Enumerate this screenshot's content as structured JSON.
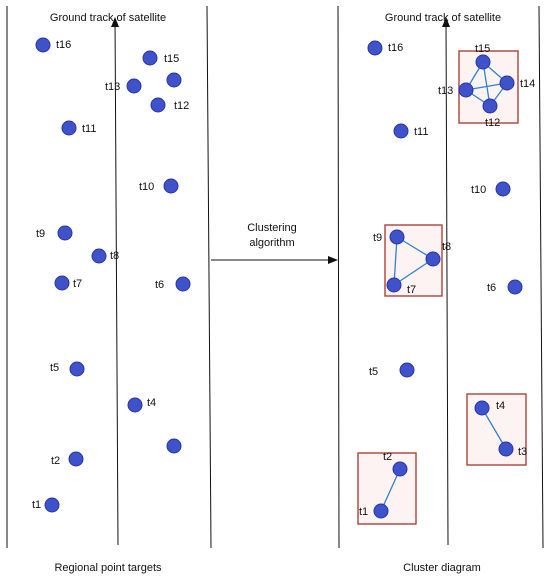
{
  "left_panel": {
    "header": "Ground track of satellite",
    "caption": "Regional point targets",
    "targets": [
      {
        "label": "t1"
      },
      {
        "label": "t2"
      },
      {
        "label": "t4"
      },
      {
        "label": "t5"
      },
      {
        "label": "t6"
      },
      {
        "label": "t7"
      },
      {
        "label": "t8"
      },
      {
        "label": "t9"
      },
      {
        "label": "t10"
      },
      {
        "label": "t11"
      },
      {
        "label": "t12"
      },
      {
        "label": "t13"
      },
      {
        "label": "t15"
      },
      {
        "label": "t16"
      }
    ]
  },
  "arrow_label": "Clustering algorithm",
  "right_panel": {
    "header": "Ground track of satellite",
    "caption": "Cluster diagram",
    "targets": [
      {
        "label": "t1"
      },
      {
        "label": "t2"
      },
      {
        "label": "t3"
      },
      {
        "label": "t4"
      },
      {
        "label": "t5"
      },
      {
        "label": "t6"
      },
      {
        "label": "t7"
      },
      {
        "label": "t8"
      },
      {
        "label": "t9"
      },
      {
        "label": "t10"
      },
      {
        "label": "t11"
      },
      {
        "label": "t12"
      },
      {
        "label": "t13"
      },
      {
        "label": "t14"
      },
      {
        "label": "t15"
      },
      {
        "label": "t16"
      }
    ]
  },
  "colors": {
    "node_fill": "#3f52c9",
    "node_stroke": "#2536a8",
    "cluster_box": "#a8453a",
    "edge": "#2f86c9",
    "line": "#111111"
  }
}
